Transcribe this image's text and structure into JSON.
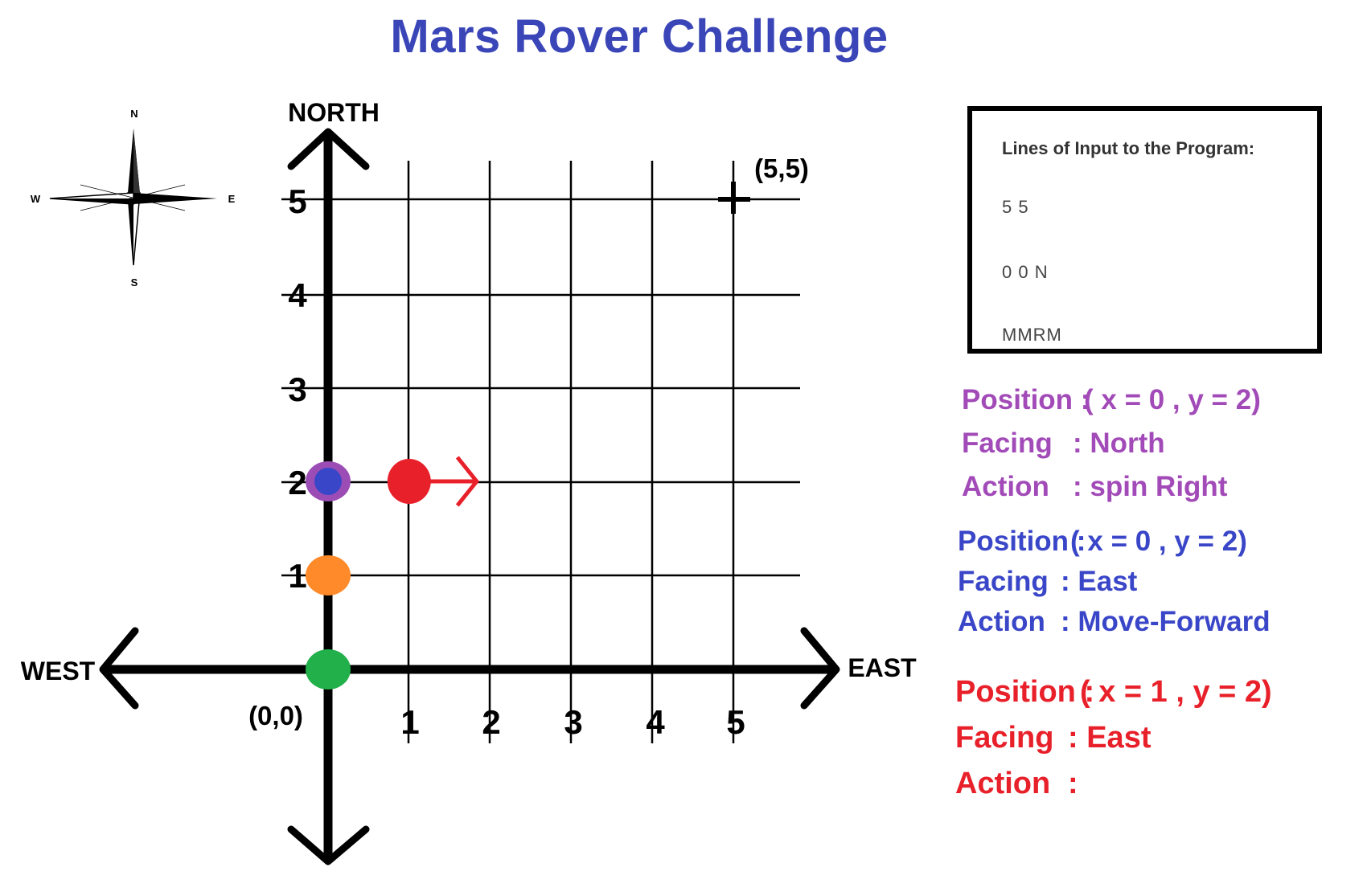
{
  "title": "Mars Rover Challenge",
  "compass": {
    "n": "N",
    "e": "E",
    "s": "S",
    "w": "W"
  },
  "axes": {
    "north": "NORTH",
    "west": "WEST",
    "east": "EAST",
    "origin_label": "(0,0)",
    "corner_label": "(5,5)",
    "x_ticks": [
      "1",
      "2",
      "3",
      "4",
      "5"
    ],
    "y_ticks": [
      "1",
      "2",
      "3",
      "4",
      "5"
    ]
  },
  "input_box": {
    "header": "Lines of Input to the Program:",
    "lines": [
      "5 5",
      "0 0  N",
      "MMRM"
    ]
  },
  "rover_markers": [
    {
      "x": 0,
      "y": 0,
      "color": "#22b04a"
    },
    {
      "x": 0,
      "y": 1,
      "color": "#ff8a2a"
    },
    {
      "x": 0,
      "y": 2,
      "color": "#9b4db5",
      "inner_color": "#3a46c8"
    },
    {
      "x": 1,
      "y": 2,
      "color": "#e8202a",
      "heading": "east"
    }
  ],
  "status_blocks": [
    {
      "color": "#a24bb8",
      "position_label": "Position :",
      "position_value": "( x = 0 , y = 2)",
      "facing_label": "Facing",
      "facing_value": ": North",
      "action_label": "Action",
      "action_value": ": spin Right"
    },
    {
      "color": "#3a46c8",
      "position_label": "Position :",
      "position_value": "( x = 0 , y = 2)",
      "facing_label": "Facing",
      "facing_value": ": East",
      "action_label": "Action",
      "action_value": ": Move-Forward"
    },
    {
      "color": "#e8202a",
      "position_label": "Position :",
      "position_value": "( x = 1 , y = 2)",
      "facing_label": "Facing",
      "facing_value": ": East",
      "action_label": "Action",
      "action_value": ":"
    }
  ]
}
